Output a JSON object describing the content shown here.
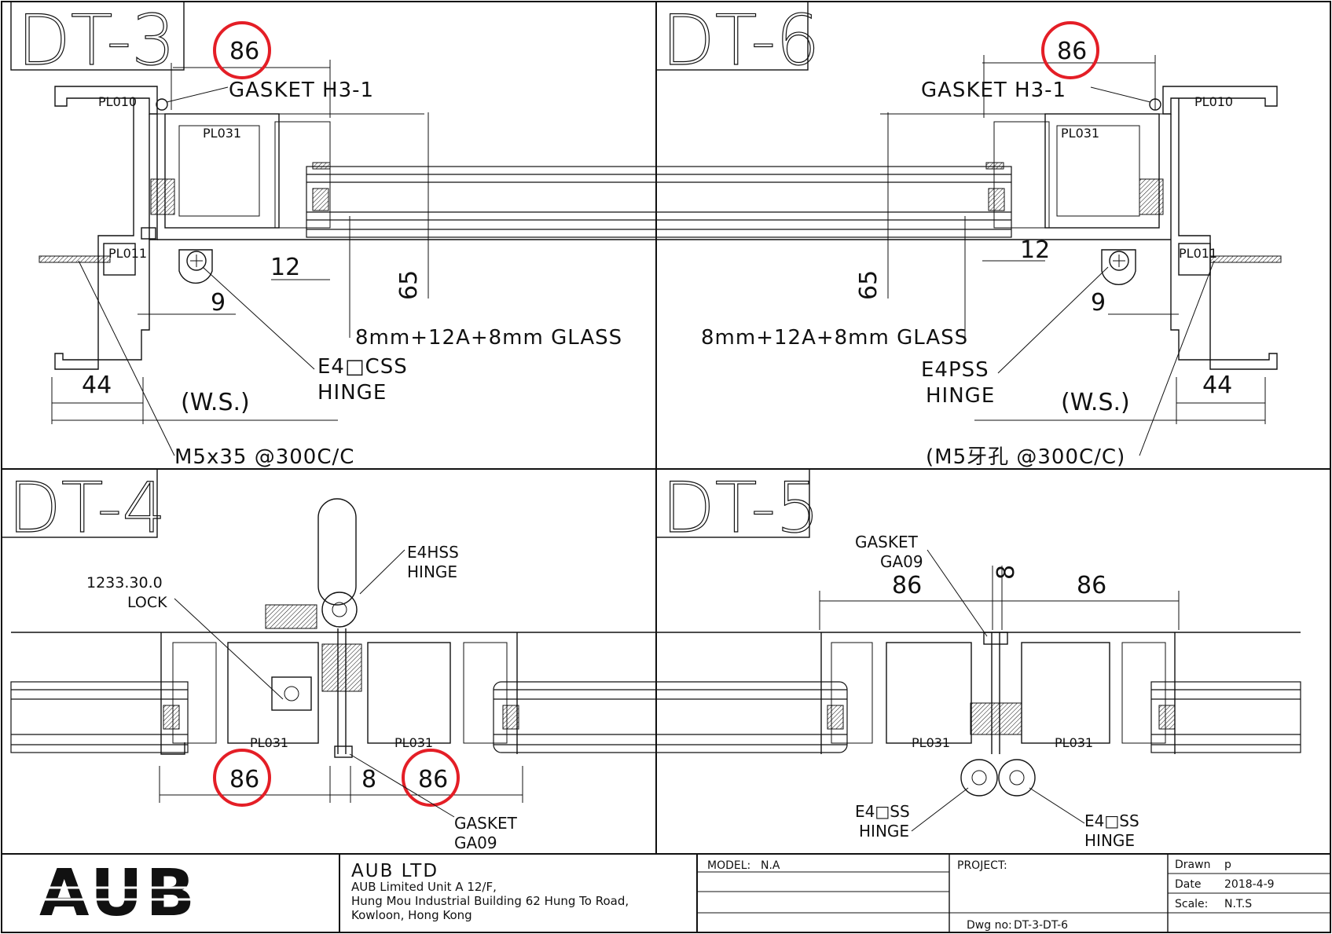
{
  "drawing": {
    "panels": {
      "dt3": {
        "title": "DT-3",
        "dim_top": "86",
        "gasket": "GASKET H3-1",
        "pl010": "PL010",
        "pl031": "PL031",
        "pl011": "PL011",
        "dim_12": "12",
        "dim_9": "9",
        "dim_65": "65",
        "dim_44": "44",
        "glass": "8mm+12A+8mm GLASS",
        "hinge_code": "E4□CSS",
        "hinge_word": "HINGE",
        "ws": "(W.S.)",
        "screw": "M5x35 @300C/C"
      },
      "dt6": {
        "title": "DT-6",
        "dim_top": "86",
        "gasket": "GASKET H3-1",
        "pl010": "PL010",
        "pl031": "PL031",
        "pl011": "PL011",
        "dim_12": "12",
        "dim_9": "9",
        "dim_65": "65",
        "dim_44": "44",
        "glass": "8mm+12A+8mm GLASS",
        "hinge_code": "E4PSS",
        "hinge_word": "HINGE",
        "ws": "(W.S.)",
        "screw": "(M5牙孔 @300C/C)"
      },
      "dt4": {
        "title": "DT-4",
        "lock_code": "1233.30.0",
        "lock_word": "LOCK",
        "hinge_code": "E4HSS",
        "hinge_word": "HINGE",
        "pl031_a": "PL031",
        "pl031_b": "PL031",
        "dim_86_a": "86",
        "dim_8": "8",
        "dim_86_b": "86",
        "gasket_word": "GASKET",
        "gasket_code": "GA09"
      },
      "dt5": {
        "title": "DT-5",
        "gasket_word": "GASKET",
        "gasket_code": "GA09",
        "dim_8": "8",
        "dim_86_a": "86",
        "dim_86_b": "86",
        "pl031_a": "PL031",
        "pl031_b": "PL031",
        "hinge_left_code": "E4□SS",
        "hinge_left_word": "HINGE",
        "hinge_right_code": "E4□SS",
        "hinge_right_word": "HINGE"
      }
    },
    "highlight_color": "#e41e26"
  },
  "title_block": {
    "logo": "AUB",
    "company": "AUB LTD",
    "address_1": "AUB Limited Unit A 12/F,",
    "address_2": "Hung Mou Industrial Building 62 Hung To Road,",
    "address_3": "Kowloon, Hong Kong",
    "model_label": "MODEL:",
    "model_value": "N.A",
    "project_label": "PROJECT:",
    "drawn_label": "Drawn",
    "drawn_value": "p",
    "date_label": "Date",
    "date_value": "2018-4-9",
    "scale_label": "Scale:",
    "scale_value": "N.T.S",
    "dwg_label": "Dwg no:",
    "dwg_value": "DT-3-DT-6",
    "logo_color": "#4a6fb0"
  }
}
